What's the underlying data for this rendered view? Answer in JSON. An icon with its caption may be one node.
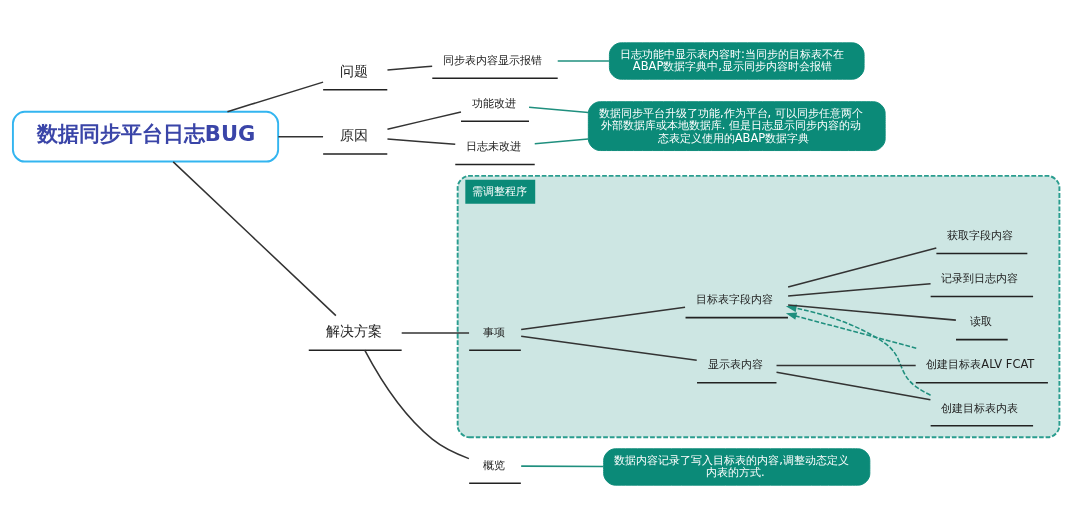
{
  "diagram": {
    "nodes": [
      {
        "text": [
          "数据同步平台日志BUG"
        ]
      },
      {
        "text": [
          "问题"
        ]
      },
      {
        "text": [
          "同步表内容显示报错"
        ]
      },
      {
        "text": [
          "日志功能中显示表内容时:当同步的目标表不在ABAP数据字典中,显示同步内容时会报错"
        ]
      },
      {
        "text": [
          "原因"
        ]
      },
      {
        "text": [
          "功能改进"
        ]
      },
      {
        "text": [
          "日志未改进"
        ]
      },
      {
        "text": [
          "数据同步平台升级了功能,作为平台, 可以同步任意两个外部数据库或本地数据库. 但是日志显示同步内容的动态表定义使用的ABAP数据字典"
        ]
      },
      {
        "text": [
          "解决方案"
        ]
      },
      {
        "text": [
          "概览"
        ]
      },
      {
        "text": [
          "数据内容记录了写入目标表的内容,调整动态定义内表的方式."
        ]
      },
      {
        "text": [
          "需调整程序"
        ]
      },
      {
        "text": [
          "事项"
        ],
        "in": 11
      },
      {
        "text": [
          "目标表字段内容"
        ],
        "in": 11
      },
      {
        "text": [
          "获取字段内容"
        ],
        "in": 11
      },
      {
        "text": [
          "记录到日志内容"
        ],
        "in": 11
      },
      {
        "text": [
          "读取"
        ],
        "in": 11
      },
      {
        "text": [
          "显示表内容"
        ],
        "in": 11
      },
      {
        "text": [
          "创建目标表ALV FCAT"
        ],
        "in": 11
      },
      {
        "text": [
          "创建目标表内表"
        ],
        "in": 11
      }
    ],
    "edges": [
      {
        "from": 0,
        "to": 1,
        "arrow": "none"
      },
      {
        "from": 1,
        "to": 2,
        "arrow": "none"
      },
      {
        "from": 2,
        "to": 3,
        "arrow": "none",
        "color": "#1f8f7e"
      },
      {
        "from": 0,
        "to": 4,
        "arrow": "none"
      },
      {
        "from": 4,
        "to": 5,
        "arrow": "none"
      },
      {
        "from": 4,
        "to": 6,
        "arrow": "none"
      },
      {
        "from": 5,
        "to": 7,
        "arrow": "none",
        "color": "#1f8f7e"
      },
      {
        "from": 6,
        "to": 7,
        "arrow": "none",
        "color": "#1f8f7e"
      },
      {
        "from": 0,
        "to": 8,
        "arrow": "none"
      },
      {
        "from": 8,
        "to": 9,
        "arrow": "none"
      },
      {
        "from": 9,
        "to": 10,
        "arrow": "none",
        "color": "#1f8f7e"
      },
      {
        "from": 8,
        "to": 12,
        "arrow": "none"
      },
      {
        "from": 12,
        "to": 13,
        "arrow": "none"
      },
      {
        "from": 13,
        "to": 14,
        "arrow": "none"
      },
      {
        "from": 13,
        "to": 15,
        "arrow": "none"
      },
      {
        "from": 13,
        "to": 16,
        "arrow": "none"
      },
      {
        "from": 12,
        "to": 17,
        "arrow": "none"
      },
      {
        "from": 17,
        "to": 18,
        "arrow": "none"
      },
      {
        "from": 17,
        "to": 19,
        "arrow": "none"
      },
      {
        "from": 18,
        "to": 13,
        "arrow": "to",
        "style": "dashed",
        "color": "#1f8f7e"
      },
      {
        "from": 19,
        "to": 13,
        "arrow": "to",
        "style": "dashed",
        "color": "#1f8f7e"
      }
    ]
  }
}
